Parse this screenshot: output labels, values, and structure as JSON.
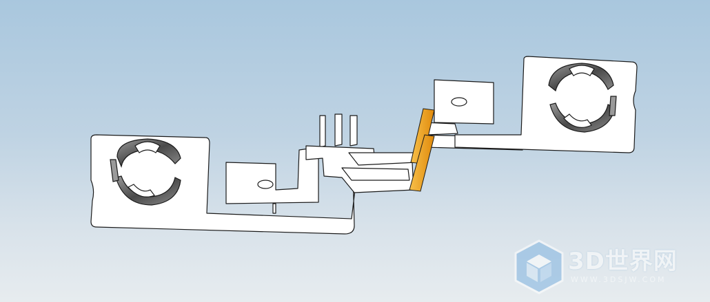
{
  "scene": {
    "subject": "bent sheet-metal busbar with two spring contact clips",
    "background_top": "#a9c7de",
    "background_bottom": "#e7ecef",
    "part_color": "#ffffff",
    "edge_color": "#1a1a1a",
    "clip_shade_color": "#6f6f6f",
    "bend_highlight_color": "#f2a21a"
  },
  "watermark": {
    "title": "3D世界网",
    "url": "WWW.3DSJW.COM",
    "icon": "cube-logo-icon"
  }
}
